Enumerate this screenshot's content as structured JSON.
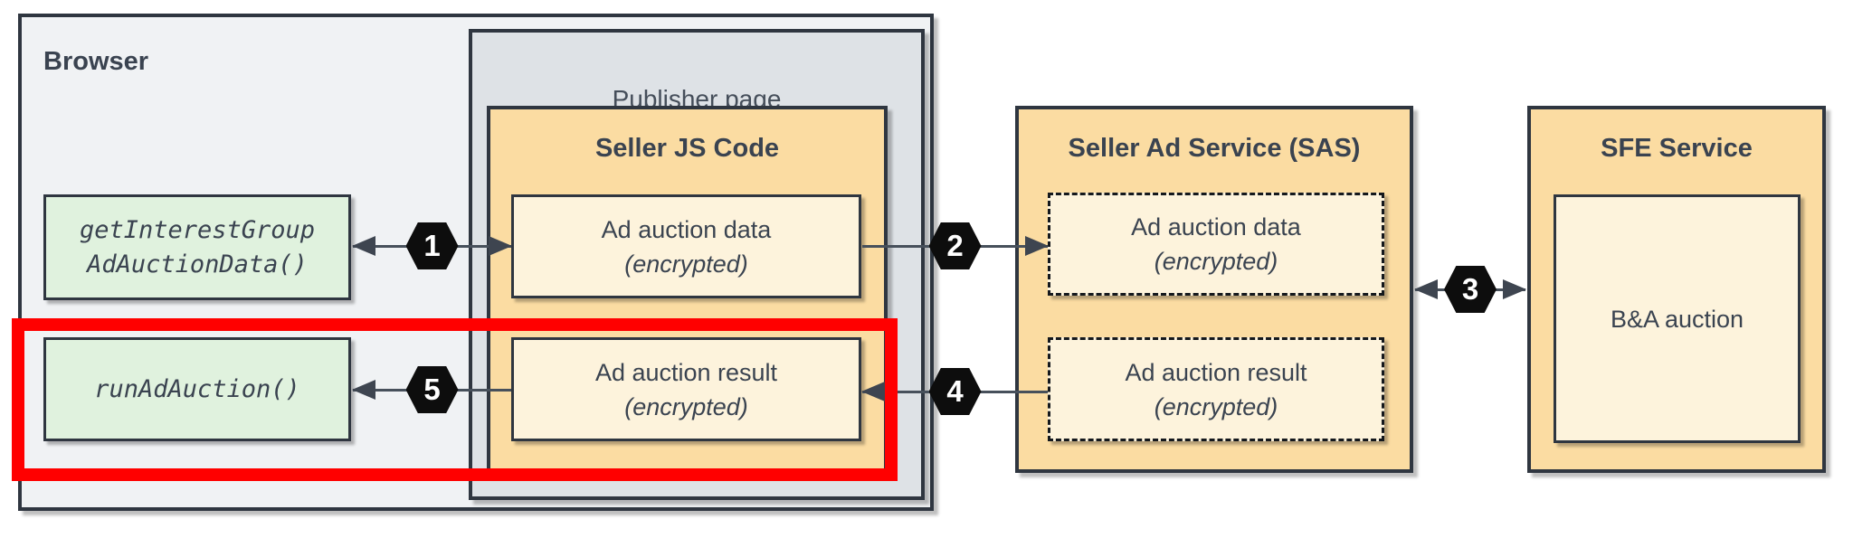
{
  "browser": {
    "label": "Browser",
    "api_calls": [
      {
        "line1": "getInterestGroup",
        "line2": "AdAuctionData()"
      },
      {
        "line1": "runAdAuction()"
      }
    ]
  },
  "publisher_page": {
    "label": "Publisher page"
  },
  "seller_js": {
    "title": "Seller JS Code",
    "data_box": {
      "line1": "Ad auction data",
      "line2": "(encrypted)"
    },
    "result_box": {
      "line1": "Ad auction result",
      "line2": "(encrypted)"
    }
  },
  "sas": {
    "title": "Seller Ad Service (SAS)",
    "data_box": {
      "line1": "Ad auction data",
      "line2": "(encrypted)"
    },
    "result_box": {
      "line1": "Ad auction result",
      "line2": "(encrypted)"
    }
  },
  "sfe": {
    "title": "SFE Service",
    "auction_box": {
      "label": "B&A auction"
    }
  },
  "steps": {
    "s1": "1",
    "s2": "2",
    "s3": "3",
    "s4": "4",
    "s5": "5"
  },
  "colors": {
    "container_orange": "#fbdca2",
    "inner_cream": "#fdf3dc",
    "api_green": "#e0f2de",
    "browser_gray": "#f0f2f4",
    "publisher_gray": "#dee2e6",
    "border_dark": "#2f3640",
    "text_slate": "#3a4350",
    "highlight_red": "#ff0000",
    "step_badge_black": "#0d0d0d",
    "arrow_gray": "#47505b"
  }
}
